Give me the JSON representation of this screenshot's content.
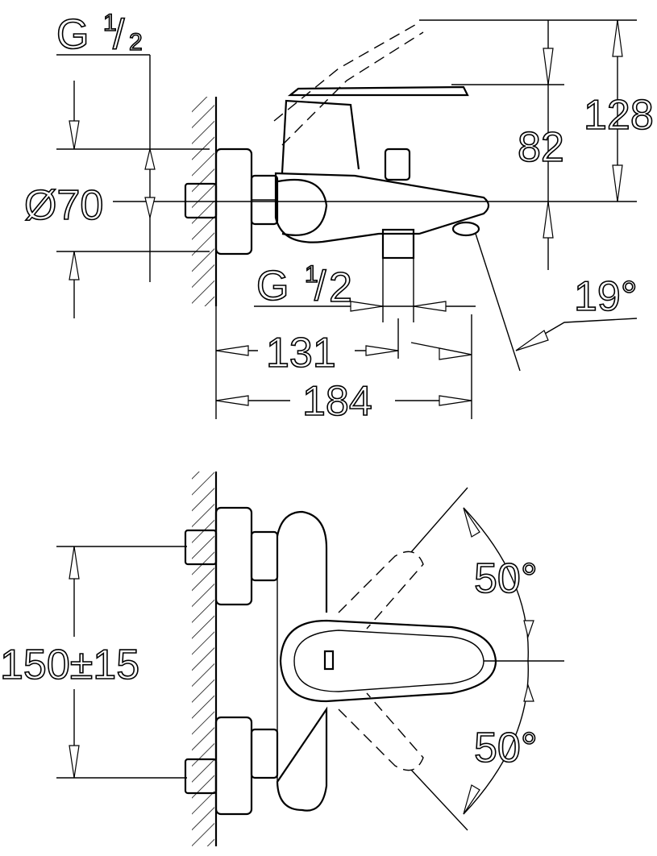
{
  "side_view": {
    "thread_top_label": "G",
    "thread_top_fraction_num": "1",
    "thread_top_fraction_den": "2",
    "diameter_label": "Ø70",
    "height_total": "128",
    "height_spout": "82",
    "thread_bottom_label": "G",
    "thread_bottom_fraction_num": "1",
    "thread_bottom_fraction_den": "2",
    "angle_spout": "19°",
    "depth_outlet": "131",
    "depth_total": "184"
  },
  "top_view": {
    "angle_upper": "50°",
    "angle_lower": "50°",
    "center_distance": "150±15"
  }
}
